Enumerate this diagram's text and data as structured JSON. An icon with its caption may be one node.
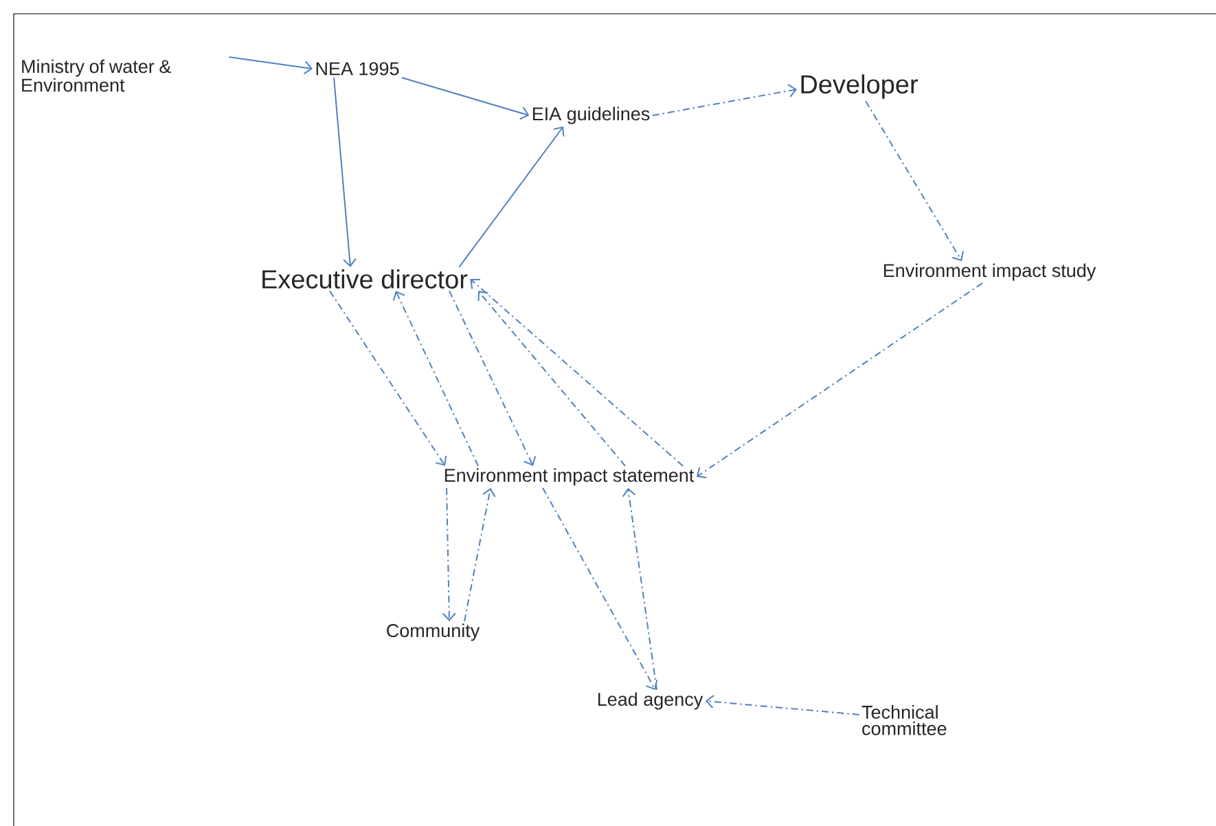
{
  "diagram": {
    "nodes": [
      {
        "text": [
          "Ministry of water & Environment"
        ]
      },
      {
        "text": [
          "NEA 1995"
        ]
      },
      {
        "text": [
          "EIA guidelines"
        ]
      },
      {
        "text": [
          "Developer"
        ]
      },
      {
        "text": [
          "Executive director"
        ]
      },
      {
        "text": [
          "Environment impact study"
        ]
      },
      {
        "text": [
          "Environment impact statement"
        ]
      },
      {
        "text": [
          "Community"
        ]
      },
      {
        "text": [
          "Lead agency"
        ]
      },
      {
        "text": [
          "Technical committee"
        ]
      }
    ],
    "edges": [
      {
        "from": 0,
        "to": 1,
        "arrow": "to"
      },
      {
        "from": 1,
        "to": 2,
        "arrow": "to"
      },
      {
        "from": 1,
        "to": 4,
        "arrow": "to"
      },
      {
        "from": 4,
        "to": 2,
        "arrow": "to"
      },
      {
        "from": 2,
        "to": 3,
        "arrow": "to",
        "style": "dashed"
      },
      {
        "from": 3,
        "to": 5,
        "arrow": "to",
        "style": "dashed"
      },
      {
        "from": 5,
        "to": 6,
        "arrow": "to",
        "style": "dashed"
      },
      {
        "from": 4,
        "to": 6,
        "arrow": "to",
        "style": "dashed"
      },
      {
        "from": 6,
        "to": 4,
        "arrow": "to",
        "style": "dashed"
      },
      {
        "from": 4,
        "to": 6,
        "arrow": "to",
        "style": "dashed"
      },
      {
        "from": 6,
        "to": 4,
        "arrow": "to",
        "style": "dashed"
      },
      {
        "from": 6,
        "to": 4,
        "arrow": "to",
        "style": "dashed"
      },
      {
        "from": 6,
        "to": 7,
        "arrow": "to",
        "style": "dashed"
      },
      {
        "from": 7,
        "to": 6,
        "arrow": "to",
        "style": "dashed"
      },
      {
        "from": 6,
        "to": 8,
        "arrow": "to",
        "style": "dashed"
      },
      {
        "from": 8,
        "to": 6,
        "arrow": "to",
        "style": "dashed"
      },
      {
        "from": 9,
        "to": 8,
        "arrow": "to",
        "style": "dashed"
      }
    ]
  }
}
